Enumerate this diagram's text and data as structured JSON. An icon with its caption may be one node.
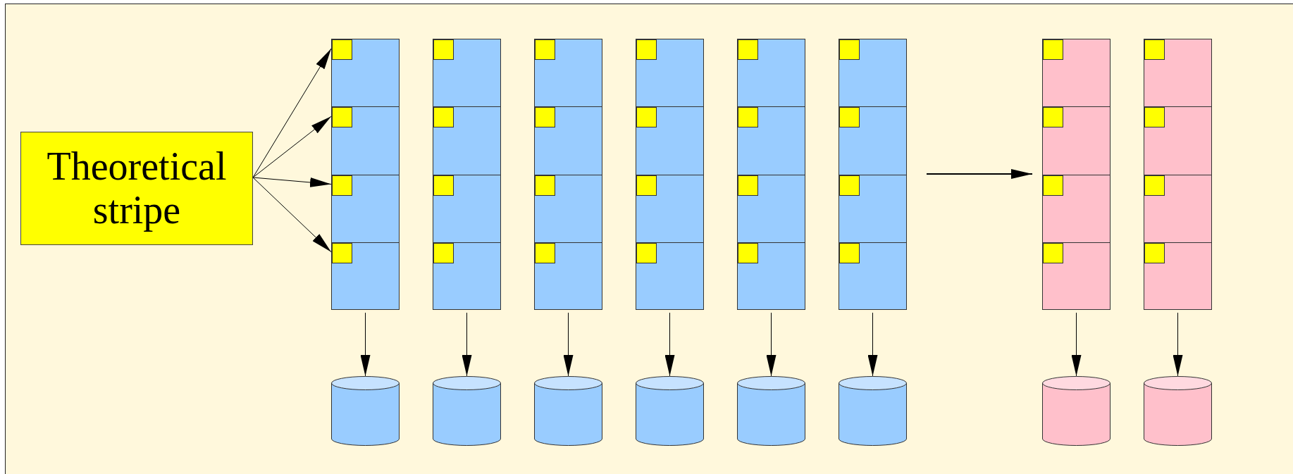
{
  "diagram": {
    "nodes": [
      {
        "text": [
          "Theoretical stripe"
        ]
      },
      {
        "text": [],
        "shape": "box"
      },
      {
        "text": [],
        "shape": "box",
        "in": 1
      },
      {
        "text": [],
        "shape": "box",
        "in": 1
      },
      {
        "text": [],
        "shape": "box",
        "in": 1
      },
      {
        "text": [],
        "shape": "box",
        "in": 1
      },
      {
        "text": [],
        "shape": "box"
      },
      {
        "text": [],
        "shape": "box",
        "in": 6
      },
      {
        "text": [],
        "shape": "box",
        "in": 6
      },
      {
        "text": [],
        "shape": "box",
        "in": 6
      },
      {
        "text": [],
        "shape": "box",
        "in": 6
      },
      {
        "text": [],
        "shape": "box"
      },
      {
        "text": [],
        "shape": "box",
        "in": 11
      },
      {
        "text": [],
        "shape": "box",
        "in": 11
      },
      {
        "text": [],
        "shape": "box",
        "in": 11
      },
      {
        "text": [],
        "shape": "box",
        "in": 11
      },
      {
        "text": [],
        "shape": "box"
      },
      {
        "text": [],
        "shape": "box",
        "in": 16
      },
      {
        "text": [],
        "shape": "box",
        "in": 16
      },
      {
        "text": [],
        "shape": "box",
        "in": 16
      },
      {
        "text": [],
        "shape": "box",
        "in": 16
      },
      {
        "text": [],
        "shape": "box"
      },
      {
        "text": [],
        "shape": "box",
        "in": 21
      },
      {
        "text": [],
        "shape": "box",
        "in": 21
      },
      {
        "text": [],
        "shape": "box",
        "in": 21
      },
      {
        "text": [],
        "shape": "box",
        "in": 21
      },
      {
        "text": [],
        "shape": "box"
      },
      {
        "text": [],
        "shape": "box",
        "in": 26
      },
      {
        "text": [],
        "shape": "box",
        "in": 26
      },
      {
        "text": [],
        "shape": "box",
        "in": 26
      },
      {
        "text": [],
        "shape": "box",
        "in": 26
      },
      {
        "text": [],
        "shape": "box"
      },
      {
        "text": [],
        "shape": "box",
        "in": 31
      },
      {
        "text": [],
        "shape": "box",
        "in": 31
      },
      {
        "text": [],
        "shape": "box",
        "in": 31
      },
      {
        "text": [],
        "shape": "box",
        "in": 31
      },
      {
        "text": [],
        "shape": "box"
      },
      {
        "text": [],
        "shape": "box",
        "in": 36
      },
      {
        "text": [],
        "shape": "box",
        "in": 36
      },
      {
        "text": [],
        "shape": "box",
        "in": 36
      },
      {
        "text": [],
        "shape": "box",
        "in": 36
      },
      {
        "text": [],
        "shape": "cylinder"
      },
      {
        "text": [],
        "shape": "cylinder"
      },
      {
        "text": [],
        "shape": "cylinder"
      },
      {
        "text": [],
        "shape": "cylinder"
      },
      {
        "text": [],
        "shape": "cylinder"
      },
      {
        "text": [],
        "shape": "cylinder"
      },
      {
        "text": [],
        "shape": "cylinder"
      },
      {
        "text": [],
        "shape": "cylinder"
      }
    ],
    "edges": [
      {
        "from": 0,
        "to": 2,
        "arrow": "to"
      },
      {
        "from": 0,
        "to": 3,
        "arrow": "to"
      },
      {
        "from": 0,
        "to": 4,
        "arrow": "to"
      },
      {
        "from": 0,
        "to": 5,
        "arrow": "to"
      },
      {
        "from": 1,
        "to": 41,
        "arrow": "to"
      },
      {
        "from": 6,
        "to": 42,
        "arrow": "to"
      },
      {
        "from": 11,
        "to": 43,
        "arrow": "to"
      },
      {
        "from": 16,
        "to": 44,
        "arrow": "to"
      },
      {
        "from": 21,
        "to": 45,
        "arrow": "to"
      },
      {
        "from": 26,
        "to": 46,
        "arrow": "to"
      },
      {
        "from": 26,
        "to": 31,
        "arrow": "to"
      },
      {
        "from": 31,
        "to": 47,
        "arrow": "to"
      },
      {
        "from": 36,
        "to": 48,
        "arrow": "to"
      }
    ]
  }
}
